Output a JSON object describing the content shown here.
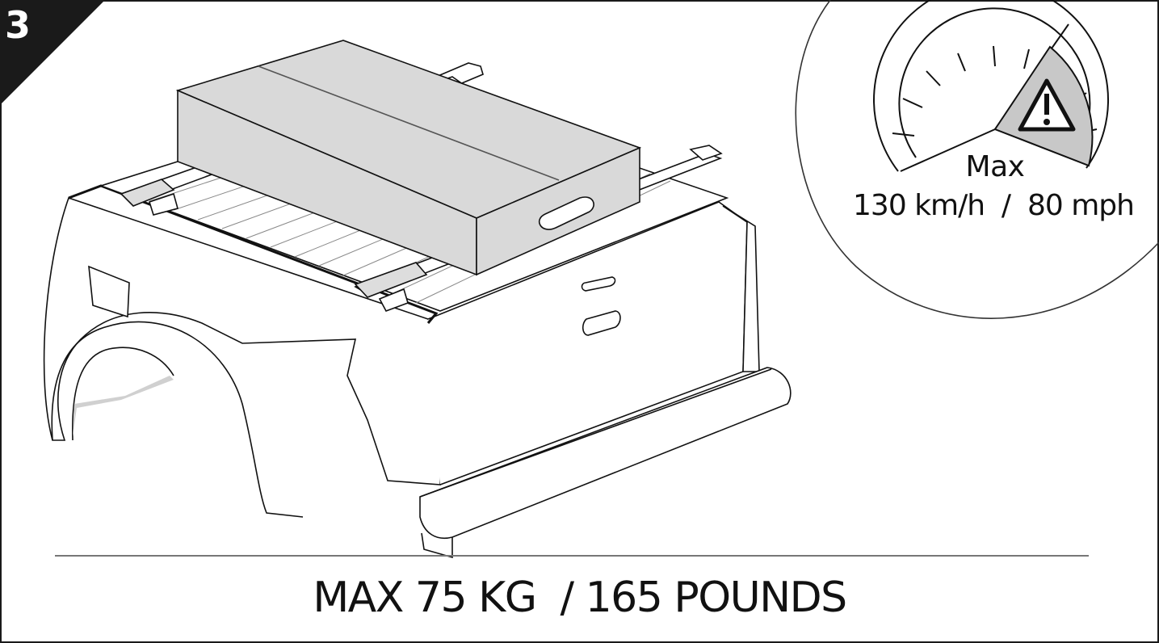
{
  "step": {
    "number": "3"
  },
  "speed_limit": {
    "label": "Max",
    "value": "130 km/h  /  80 mph",
    "icon": "warning-triangle-icon"
  },
  "load_limit": {
    "text": "MAX 75 KG  / 165 POUNDS"
  },
  "colors": {
    "ink": "#1a1a1a",
    "box_fill": "#d9d9d9",
    "gauge_warning_fill": "#c8c8c8"
  }
}
